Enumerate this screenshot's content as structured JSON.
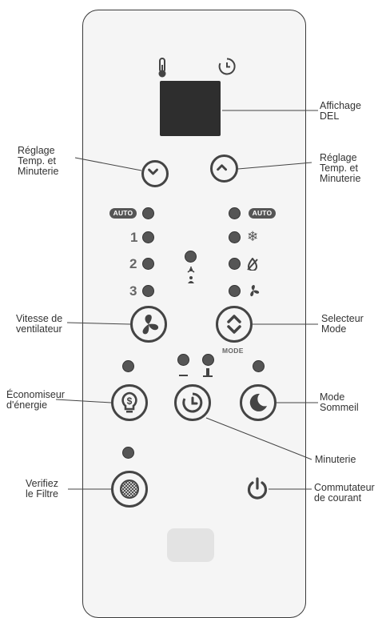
{
  "callouts": {
    "led_display": [
      "Affichage",
      "DEL"
    ],
    "temp_timer_down": [
      "Réglage",
      "Temp. et",
      "Minuterie"
    ],
    "temp_timer_up": [
      "Réglage",
      "Temp. et",
      "Minuterie"
    ],
    "fan_speed": [
      "Vitesse de",
      "ventilateur"
    ],
    "mode_selector": [
      "Selecteur",
      "Mode"
    ],
    "energy_saver": [
      "Économiseur",
      "d'énergie"
    ],
    "sleep_mode": [
      "Mode",
      "Sommeil"
    ],
    "timer": [
      "Minuterie"
    ],
    "check_filter": [
      "Verifiez",
      "le Filtre"
    ],
    "power_switch": [
      "Commutateur",
      "de courant"
    ]
  },
  "fan_speed_indicators": {
    "auto": "AUTO",
    "levels": [
      "1",
      "2",
      "3"
    ]
  },
  "mode_indicators": {
    "auto": "AUTO",
    "modes": [
      "snowflake-icon",
      "dry-icon",
      "fan-icon"
    ]
  },
  "mode_button_label": "MODE",
  "top_icons": [
    "thermometer-icon",
    "clock-icon"
  ],
  "colors": {
    "panel_border": "#3a3a3a",
    "panel_fill": "#f5f5f5",
    "display": "#2e2e2e",
    "led": "#555555",
    "icon": "#444444",
    "sensor": "#e3e3e3"
  }
}
